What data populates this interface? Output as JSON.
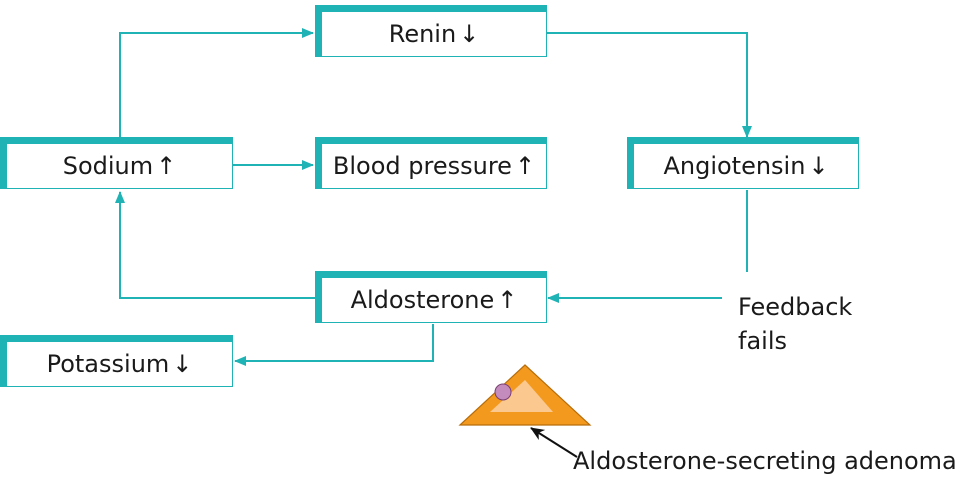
{
  "nodes": {
    "renin": {
      "label": "Renin",
      "arrow": "↓"
    },
    "sodium": {
      "label": "Sodium",
      "arrow": "↑"
    },
    "blood_pressure": {
      "label": "Blood pressure",
      "arrow": "↑"
    },
    "angiotensin": {
      "label": "Angiotensin",
      "arrow": "↓"
    },
    "aldosterone": {
      "label": "Aldosterone",
      "arrow": "↑"
    },
    "potassium": {
      "label": "Potassium",
      "arrow": "↓"
    }
  },
  "annotations": {
    "feedback_line1": "Feedback",
    "feedback_line2": "fails",
    "adenoma_label": "Aldosterone-secreting adenoma"
  },
  "colors": {
    "accent": "#20b3b5",
    "adenoma_outer": "#f39a1e",
    "adenoma_inner": "#fbc88f",
    "adenoma_dot": "#c48bbd"
  }
}
